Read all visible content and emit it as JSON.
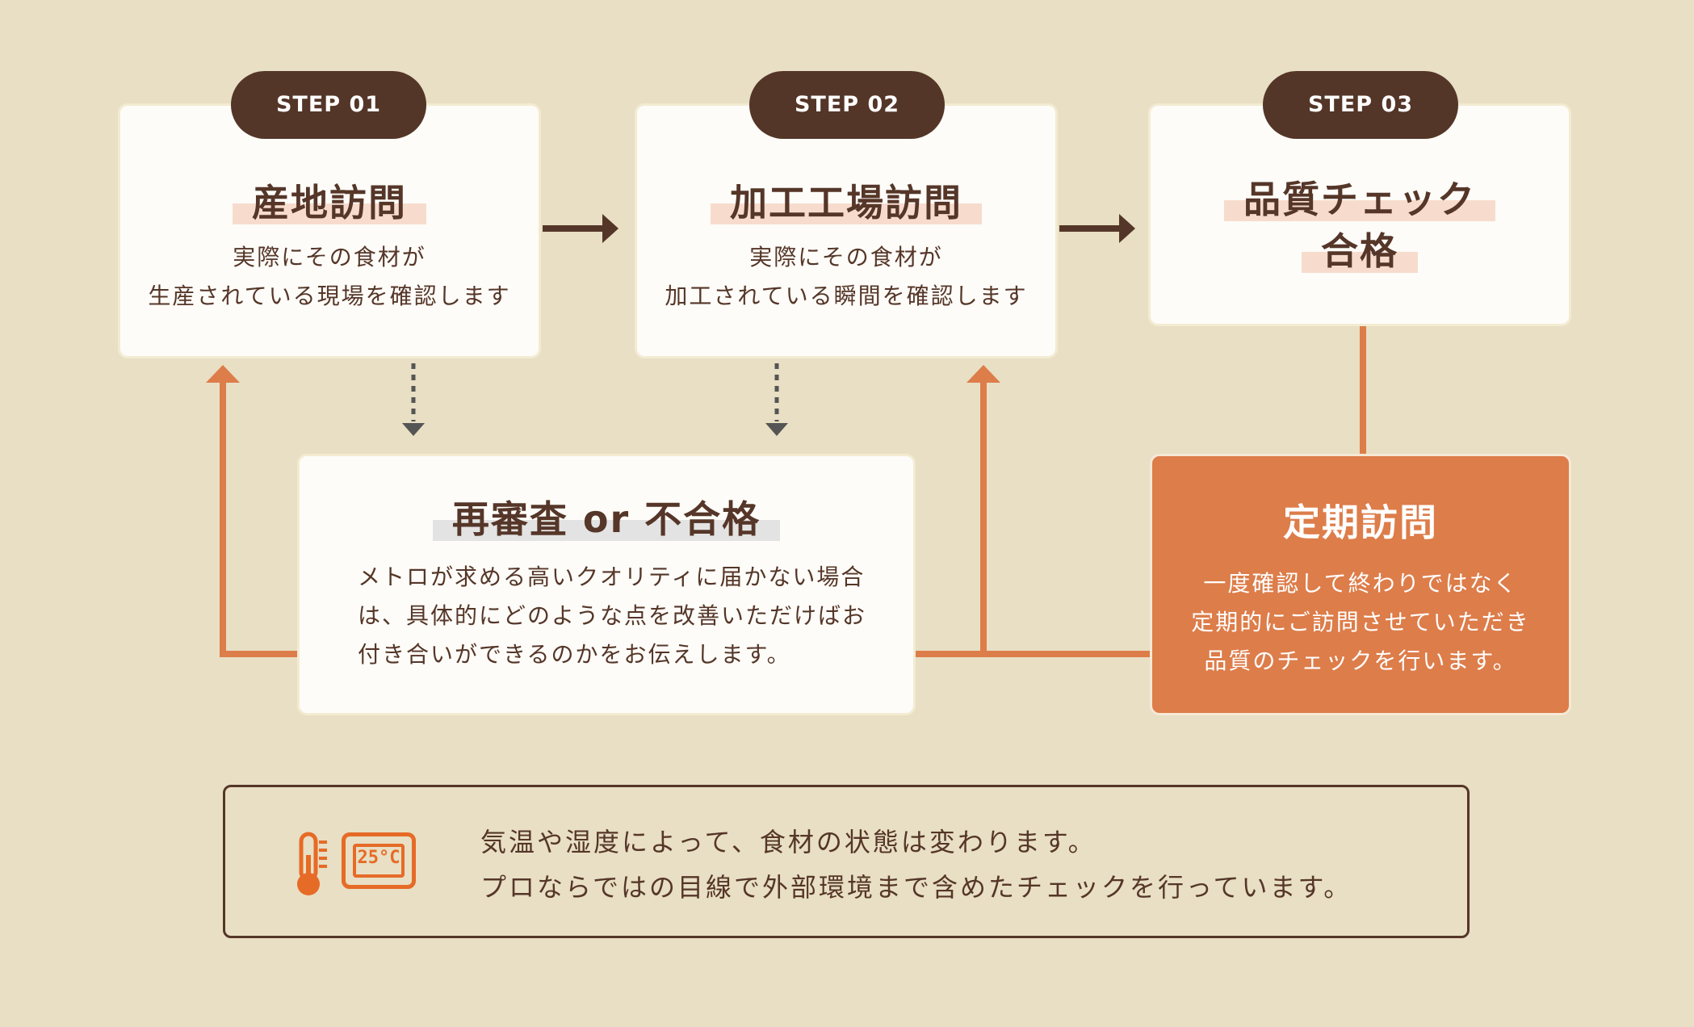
{
  "steps": [
    {
      "step": "STEP 01",
      "title": "産地訪問",
      "desc_line1": "実際にその食材が",
      "desc_line2": "生産されている現場を確認します"
    },
    {
      "step": "STEP 02",
      "title": "加工工場訪問",
      "desc_line1": "実際にその食材が",
      "desc_line2": "加工されている瞬間を確認します"
    },
    {
      "step": "STEP 03",
      "title_line1": "品質チェック",
      "title_line2": "合格"
    }
  ],
  "review": {
    "title": "再審査 or 不合格",
    "line1": "メトロが求める高いクオリティに届かない場合",
    "line2": "は、具体的にどのような点を改善いただけばお",
    "line3": "付き合いができるのかをお伝えします。"
  },
  "regular": {
    "title": "定期訪問",
    "line1": "一度確認して終わりではなく",
    "line2": "定期的にご訪問させていただき",
    "line3": "品質のチェックを行います。"
  },
  "note": {
    "line1": "気温や湿度によって、食材の状態は変わります。",
    "line2": "プロならではの目線で外部環境まで含めたチェックを行っています。",
    "display_text": "25°C"
  },
  "icons": [
    "thermometer-icon",
    "digital-thermometer-icon",
    "arrow-right-icon",
    "dotted-arrow-down-icon",
    "arrow-up-icon"
  ],
  "colors": {
    "background": "#e8dfc4",
    "brown": "#543628",
    "orange": "#dd7d4a",
    "card": "#fdfcf8",
    "highlight": "#f7dccd"
  }
}
